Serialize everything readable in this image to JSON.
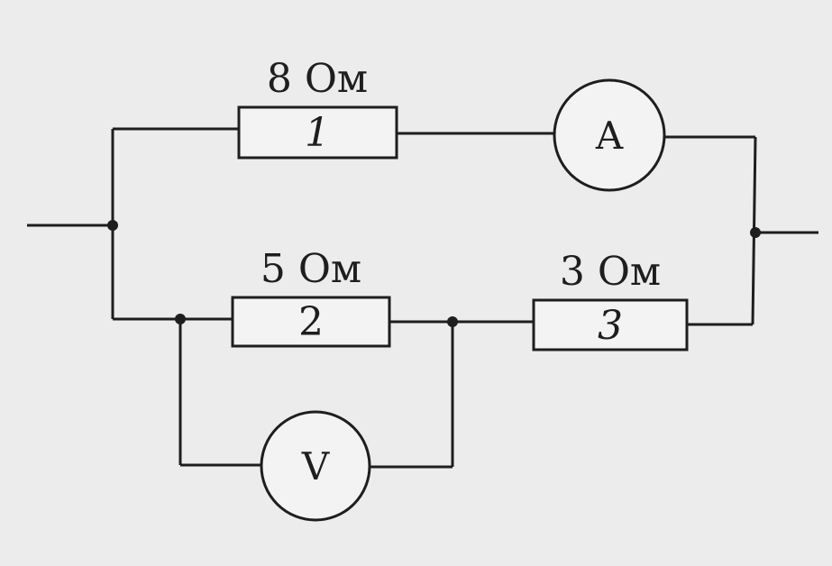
{
  "resistors": [
    {
      "id": "1",
      "label": "1",
      "value": "8 Ом"
    },
    {
      "id": "2",
      "label": "2",
      "value": "5 Ом"
    },
    {
      "id": "3",
      "label": "3",
      "value": "3 Ом"
    }
  ],
  "meters": {
    "ammeter": "A",
    "voltmeter": "V"
  },
  "colors": {
    "background": "#ececec",
    "line": "#1e1e1e"
  }
}
